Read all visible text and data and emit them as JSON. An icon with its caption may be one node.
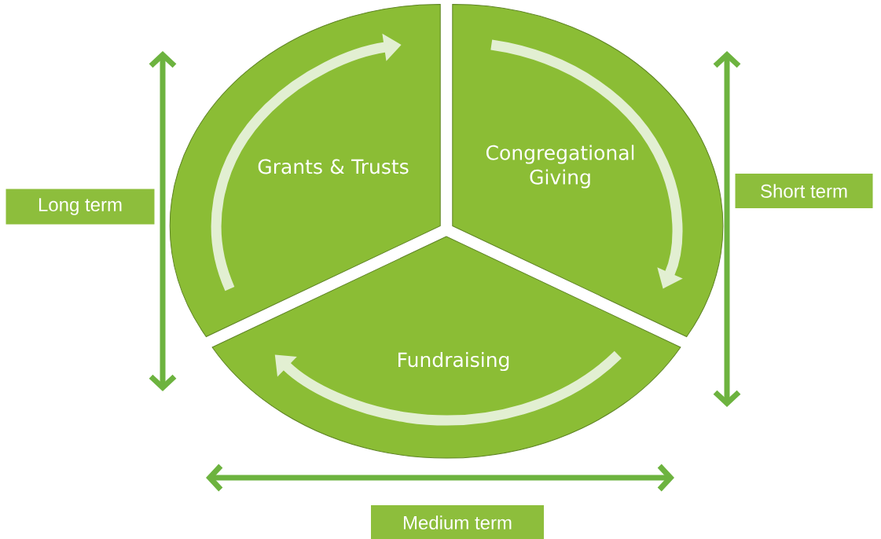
{
  "diagram": {
    "nodes": [
      {
        "text": [
          "Grants & Trusts"
        ]
      },
      {
        "text": [
          "Congregational Giving"
        ]
      },
      {
        "text": [
          "Fundraising"
        ]
      },
      {
        "text": [
          "Long term"
        ]
      },
      {
        "text": [
          "Short term"
        ]
      },
      {
        "text": [
          "Medium term"
        ]
      }
    ]
  }
}
